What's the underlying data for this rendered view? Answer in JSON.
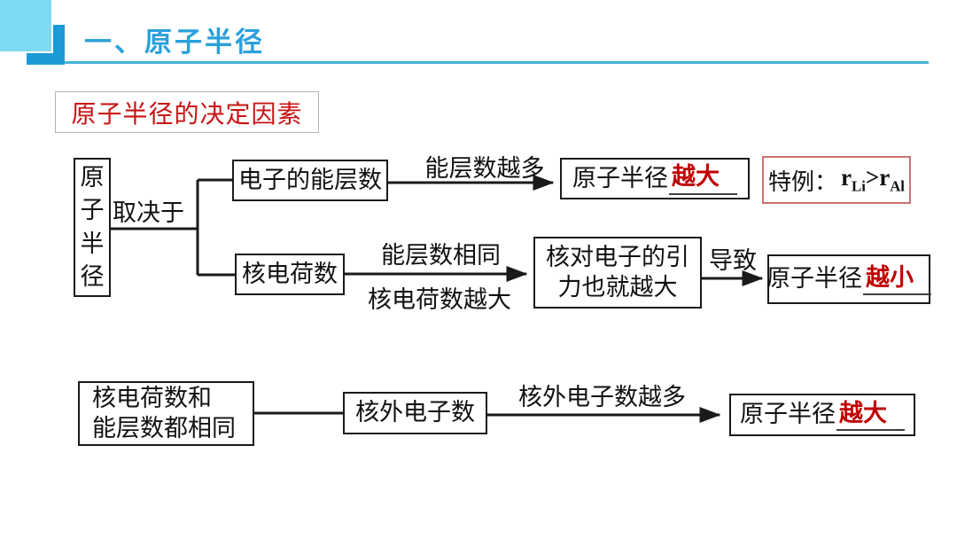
{
  "header": {
    "title": "一、原子半径",
    "accent_blue": "#2AA0DB",
    "light_square_blue": "#7EDAF2",
    "bracket_blue": "#1B9AD6",
    "underline_blue": "#45B2D6"
  },
  "section": {
    "label": "原子半径的决定因素",
    "label_color": "#C81414"
  },
  "diagram": {
    "red_value_color": "#C00000",
    "root": {
      "chars": [
        "原",
        "子",
        "半",
        "径"
      ]
    },
    "depends_on": "取决于",
    "branch_layers": {
      "factor": "电子的能层数",
      "arrow_label": "能层数越多",
      "result_prefix": "原子半径",
      "result_value": "越大"
    },
    "special_case": {
      "label": "特例：",
      "r1": "r",
      "sub1": "Li",
      "op": ">",
      "r2": "r",
      "sub2": "Al"
    },
    "branch_charge": {
      "factor": "核电荷数",
      "arrow_label_top": "能层数相同",
      "arrow_label_bottom": "核电荷数越大",
      "intermediate_line1": "核对电子的引",
      "intermediate_line2": "力也就越大",
      "leads_label": "导致",
      "result_prefix": "原子半径",
      "result_value": "越小"
    },
    "branch_electrons": {
      "premise_line1": "核电荷数和",
      "premise_line2": "能层数都相同",
      "factor": "核外电子数",
      "arrow_label": "核外电子数越多",
      "result_prefix": "原子半径",
      "result_value": "越大"
    }
  }
}
